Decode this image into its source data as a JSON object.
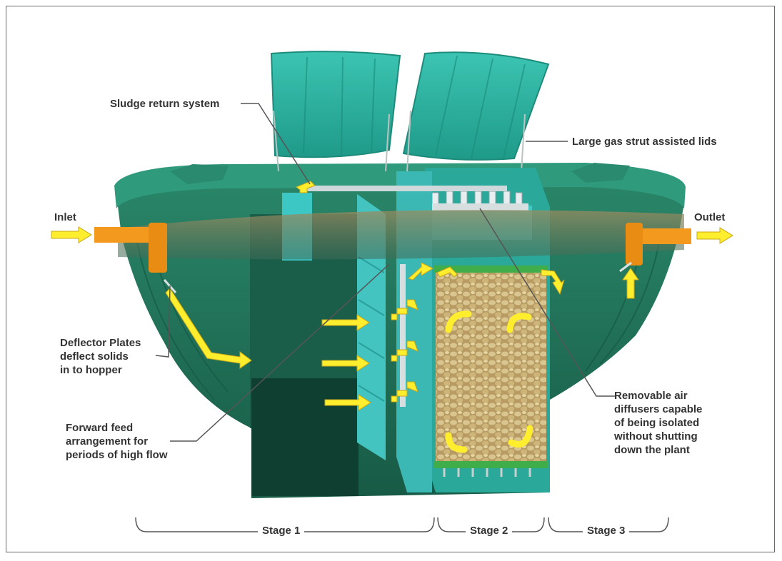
{
  "labels": {
    "sludge_return": "Sludge return system",
    "gas_strut": "Large gas strut assisted lids",
    "inlet": "Inlet",
    "outlet": "Outlet",
    "deflector": "Deflector Plates\ndeflect solids\nin to hopper",
    "forward_feed": "Forward feed\narrangement for\nperiods of high flow",
    "air_diffusers": "Removable air\ndiffusers capable\nof being isolated\nwithout shutting\ndown the plant"
  },
  "stages": [
    {
      "label": "Stage 1"
    },
    {
      "label": "Stage 2"
    },
    {
      "label": "Stage 3"
    }
  ],
  "colors": {
    "tank_dark": "#1f6b55",
    "tank_mid": "#2e8a6e",
    "lid": "#2fb3a3",
    "teal_light": "#43c4c0",
    "pipe_orange": "#f39a1e",
    "arrow_yellow": "#ffee2e",
    "media": "#c9b27a",
    "text": "#333333"
  }
}
